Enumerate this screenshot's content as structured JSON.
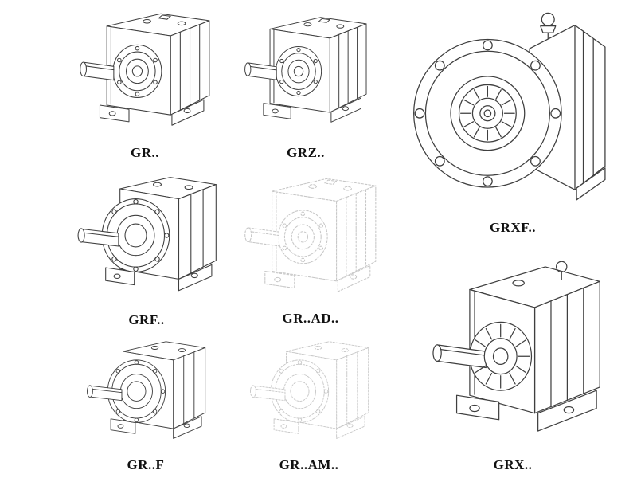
{
  "page": {
    "background": "#ffffff",
    "ink_color": "#3f3f3f",
    "ghost_color": "#c7c7c7",
    "label_color": "#111111"
  },
  "catalog": {
    "items": [
      {
        "label": "GR..",
        "line_style": "solid"
      },
      {
        "label": "GRZ..",
        "line_style": "solid"
      },
      {
        "label": "GRXF..",
        "line_style": "solid"
      },
      {
        "label": "GRF..",
        "line_style": "solid"
      },
      {
        "label": "GR..AD..",
        "line_style": "dashed"
      },
      {
        "label": "GR..F",
        "line_style": "solid"
      },
      {
        "label": "GR..AM..",
        "line_style": "dashed"
      },
      {
        "label": "GRX..",
        "line_style": "solid"
      }
    ]
  }
}
